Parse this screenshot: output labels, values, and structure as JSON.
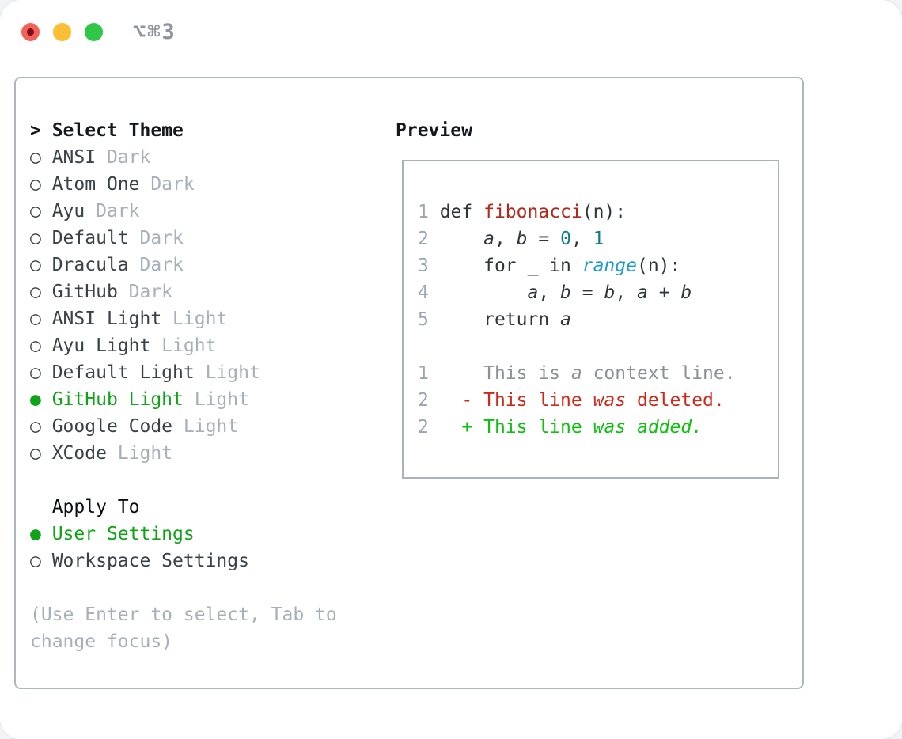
{
  "window": {
    "title": "⌥⌘3",
    "traffic_lights": [
      "close",
      "minimize",
      "zoom"
    ]
  },
  "theme_panel": {
    "header": {
      "cursor": ">",
      "label": "Select Theme"
    },
    "markers": {
      "selected": "●",
      "unselected": "○"
    },
    "themes": [
      {
        "name": "ANSI",
        "variant": "Dark",
        "selected": false
      },
      {
        "name": "Atom One",
        "variant": "Dark",
        "selected": false
      },
      {
        "name": "Ayu",
        "variant": "Dark",
        "selected": false
      },
      {
        "name": "Default",
        "variant": "Dark",
        "selected": false
      },
      {
        "name": "Dracula",
        "variant": "Dark",
        "selected": false
      },
      {
        "name": "GitHub",
        "variant": "Dark",
        "selected": false
      },
      {
        "name": "ANSI Light",
        "variant": "Light",
        "selected": false
      },
      {
        "name": "Ayu Light",
        "variant": "Light",
        "selected": false
      },
      {
        "name": "Default Light",
        "variant": "Light",
        "selected": false
      },
      {
        "name": "GitHub Light",
        "variant": "Light",
        "selected": true
      },
      {
        "name": "Google Code",
        "variant": "Light",
        "selected": false
      },
      {
        "name": "XCode",
        "variant": "Light",
        "selected": false
      }
    ],
    "apply_to": {
      "label": "Apply To",
      "options": [
        {
          "name": "User Settings",
          "selected": true
        },
        {
          "name": "Workspace Settings",
          "selected": false
        }
      ]
    },
    "hint_lines": [
      "(Use Enter to select, Tab to",
      "change focus)"
    ]
  },
  "preview": {
    "header": "Preview",
    "lines": [
      {
        "num": "1",
        "segs": [
          {
            "t": " def ",
            "s": "code"
          },
          {
            "t": "fibonacci",
            "s": "fn"
          },
          {
            "t": "(n):",
            "s": "code"
          }
        ]
      },
      {
        "num": "2",
        "segs": [
          {
            "t": "     ",
            "s": "code"
          },
          {
            "t": "a",
            "s": "var"
          },
          {
            "t": ", ",
            "s": "code"
          },
          {
            "t": "b",
            "s": "var"
          },
          {
            "t": " = ",
            "s": "code"
          },
          {
            "t": "0",
            "s": "lit"
          },
          {
            "t": ", ",
            "s": "code"
          },
          {
            "t": "1",
            "s": "lit"
          }
        ]
      },
      {
        "num": "3",
        "segs": [
          {
            "t": "     for _ in ",
            "s": "code"
          },
          {
            "t": "range",
            "s": "builtin"
          },
          {
            "t": "(n):",
            "s": "code"
          }
        ]
      },
      {
        "num": "4",
        "segs": [
          {
            "t": "         ",
            "s": "code"
          },
          {
            "t": "a",
            "s": "var"
          },
          {
            "t": ", ",
            "s": "code"
          },
          {
            "t": "b",
            "s": "var"
          },
          {
            "t": " = ",
            "s": "code"
          },
          {
            "t": "b",
            "s": "var"
          },
          {
            "t": ", ",
            "s": "code"
          },
          {
            "t": "a",
            "s": "var"
          },
          {
            "t": " + ",
            "s": "code"
          },
          {
            "t": "b",
            "s": "var"
          }
        ]
      },
      {
        "num": "5",
        "segs": [
          {
            "t": "     return ",
            "s": "code"
          },
          {
            "t": "a",
            "s": "var"
          }
        ]
      },
      {
        "num": "",
        "segs": []
      },
      {
        "num": "1",
        "segs": [
          {
            "t": "     This is ",
            "s": "ctx"
          },
          {
            "t": "a",
            "s": "ctx-i"
          },
          {
            "t": " context line.",
            "s": "ctx"
          }
        ]
      },
      {
        "num": "2",
        "segs": [
          {
            "t": "   - This line ",
            "s": "del"
          },
          {
            "t": "was",
            "s": "del-i"
          },
          {
            "t": " deleted.",
            "s": "del"
          }
        ]
      },
      {
        "num": "2",
        "segs": [
          {
            "t": "   + This line ",
            "s": "add"
          },
          {
            "t": "was",
            "s": "add-i"
          },
          {
            "t": " ",
            "s": "add"
          },
          {
            "t": "added.",
            "s": "add-i"
          }
        ]
      }
    ]
  },
  "colors": {
    "accent_green": "#0fa317",
    "diff_added": "#10bf10",
    "diff_deleted": "#cb2a1a",
    "function_red": "#b0271d",
    "literal_teal": "#0e7d87",
    "builtin_blue": "#1b9ad2",
    "muted_gray": "#a7b0ba",
    "line_number_gray": "#9aa4b2",
    "panel_border": "#aeb7c1"
  }
}
